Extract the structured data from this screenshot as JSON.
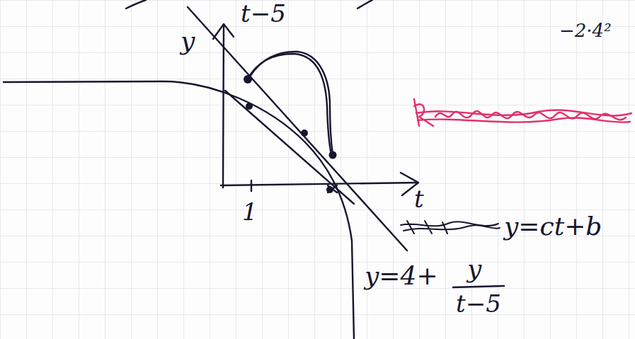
{
  "diagram": {
    "labels": [
      "t−5",
      "y",
      "t",
      "1",
      "y=ct+b",
      "y=4+",
      "y",
      "t−5",
      "−2·4²"
    ]
  }
}
